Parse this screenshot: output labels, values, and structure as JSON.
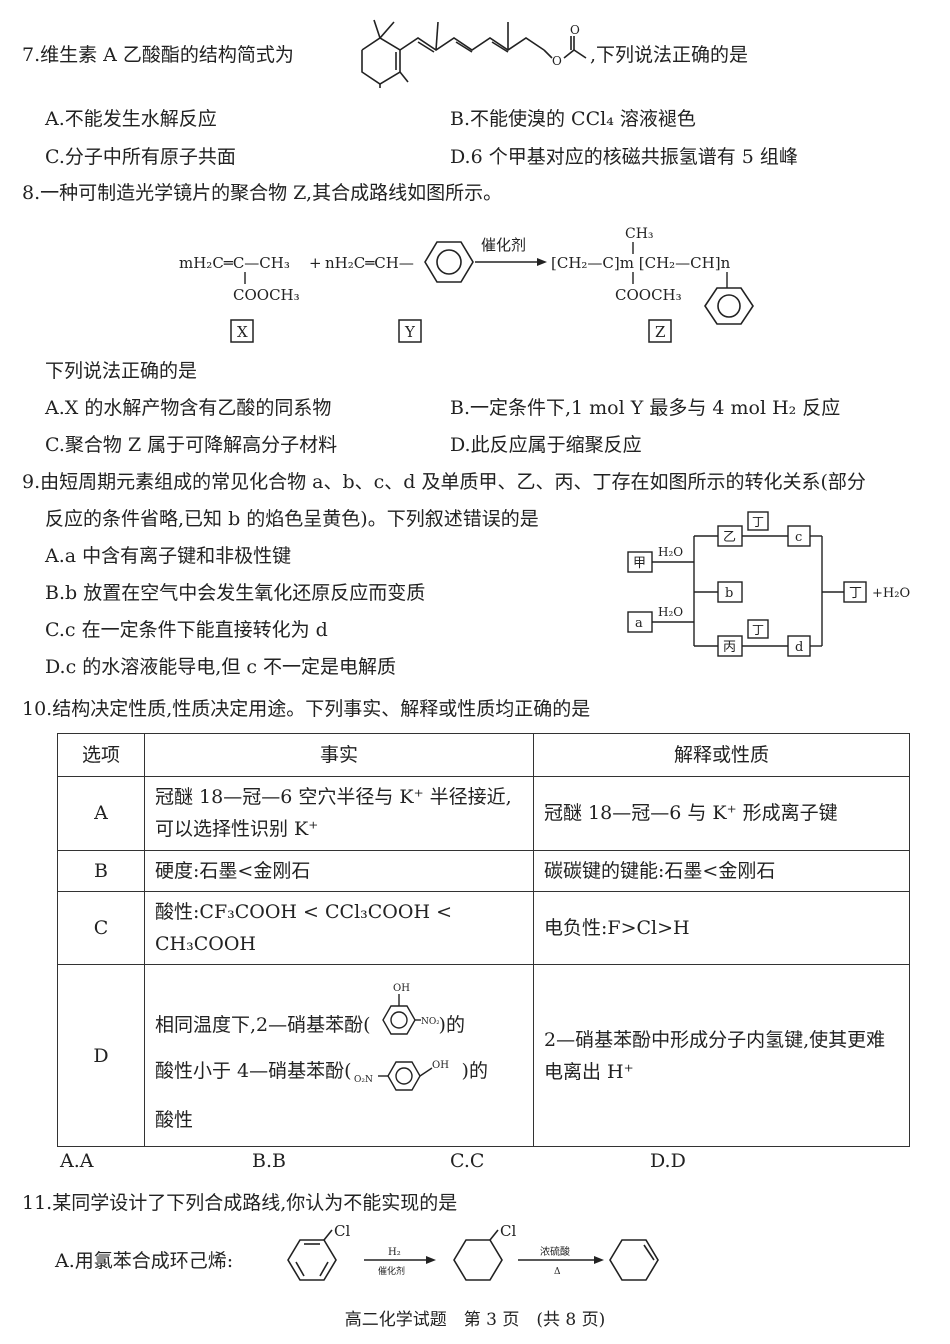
{
  "q7": {
    "stem_before": "7.维生素 A 乙酸酯的结构简式为",
    "stem_after": ",下列说法正确的是",
    "options": [
      "A.不能发生水解反应",
      "B.不能使溴的 CCl₄ 溶液褪色",
      "C.分子中所有原子共面",
      "D.6 个甲基对应的核磁共振氢谱有 5 组峰"
    ]
  },
  "q8": {
    "stem": "8.一种可制造光学镜片的聚合物 Z,其合成路线如图所示。",
    "reaction": {
      "x_formula": "mH₂C═C—CH₃",
      "x_sub": "COOCH₃",
      "plus": "+",
      "y_formula": "nH₂C═CH—",
      "catalyst": "催化剂",
      "z_ch3": "CH₃",
      "z_formula": "[CH₂—C]m [CH₂—CH]n",
      "z_sub": "COOCH₃",
      "label_x": "X",
      "label_y": "Y",
      "label_z": "Z"
    },
    "sub_stem": "下列说法正确的是",
    "options": [
      "A.X 的水解产物含有乙酸的同系物",
      "B.一定条件下,1 mol Y 最多与 4 mol H₂ 反应",
      "C.聚合物 Z 属于可降解高分子材料",
      "D.此反应属于缩聚反应"
    ]
  },
  "q9": {
    "stem1": "9.由短周期元素组成的常见化合物 a、b、c、d 及单质甲、乙、丙、丁存在如图所示的转化关系(部分",
    "stem2": "反应的条件省略,已知 b 的焰色呈黄色)。下列叙述错误的是",
    "options": [
      "A.a 中含有离子键和非极性键",
      "B.b 放置在空气中会发生氧化还原反应而变质",
      "C.c 在一定条件下能直接转化为 d",
      "D.c 的水溶液能导电,但 c 不一定是电解质"
    ],
    "diagram": {
      "jia": "甲",
      "a": "a",
      "h2o": "H₂O",
      "yi": "乙",
      "b": "b",
      "bing": "丙",
      "ding": "丁",
      "c": "c",
      "d": "d",
      "product": "+H₂O"
    }
  },
  "q10": {
    "stem": "10.结构决定性质,性质决定用途。下列事实、解释或性质均正确的是",
    "headers": [
      "选项",
      "事实",
      "解释或性质"
    ],
    "rows": [
      {
        "opt": "A",
        "fact": "冠醚 18—冠—6 空穴半径与 K⁺ 半径接近,可以选择性识别 K⁺",
        "explain": "冠醚 18—冠—6 与 K⁺ 形成离子键"
      },
      {
        "opt": "B",
        "fact": "硬度:石墨<金刚石",
        "explain": "碳碳键的键能:石墨<金刚石"
      },
      {
        "opt": "C",
        "fact": "酸性:CF₃COOH < CCl₃COOH < CH₃COOH",
        "explain": "电负性:F>Cl>H"
      },
      {
        "opt": "D",
        "fact_1": "相同温度下,2—硝基苯酚(",
        "fact_1b": ")的",
        "fact_2": "酸性小于 4—硝基苯酚(",
        "fact_2b": ")的",
        "fact_3": "酸性",
        "explain": "2—硝基苯酚中形成分子内氢键,使其更难电离出 H⁺"
      }
    ],
    "answers": [
      "A.A",
      "B.B",
      "C.C",
      "D.D"
    ]
  },
  "q11": {
    "stem": "11.某同学设计了下列合成路线,你认为不能实现的是",
    "option_a": "A.用氯苯合成环己烯:",
    "arrow1_top": "H₂",
    "arrow1_bottom": "催化剂",
    "arrow2_top": "浓硫酸",
    "arrow2_bottom": "Δ",
    "cl": "Cl"
  },
  "footer": "高二化学试题　第 3 页　(共 8 页)"
}
